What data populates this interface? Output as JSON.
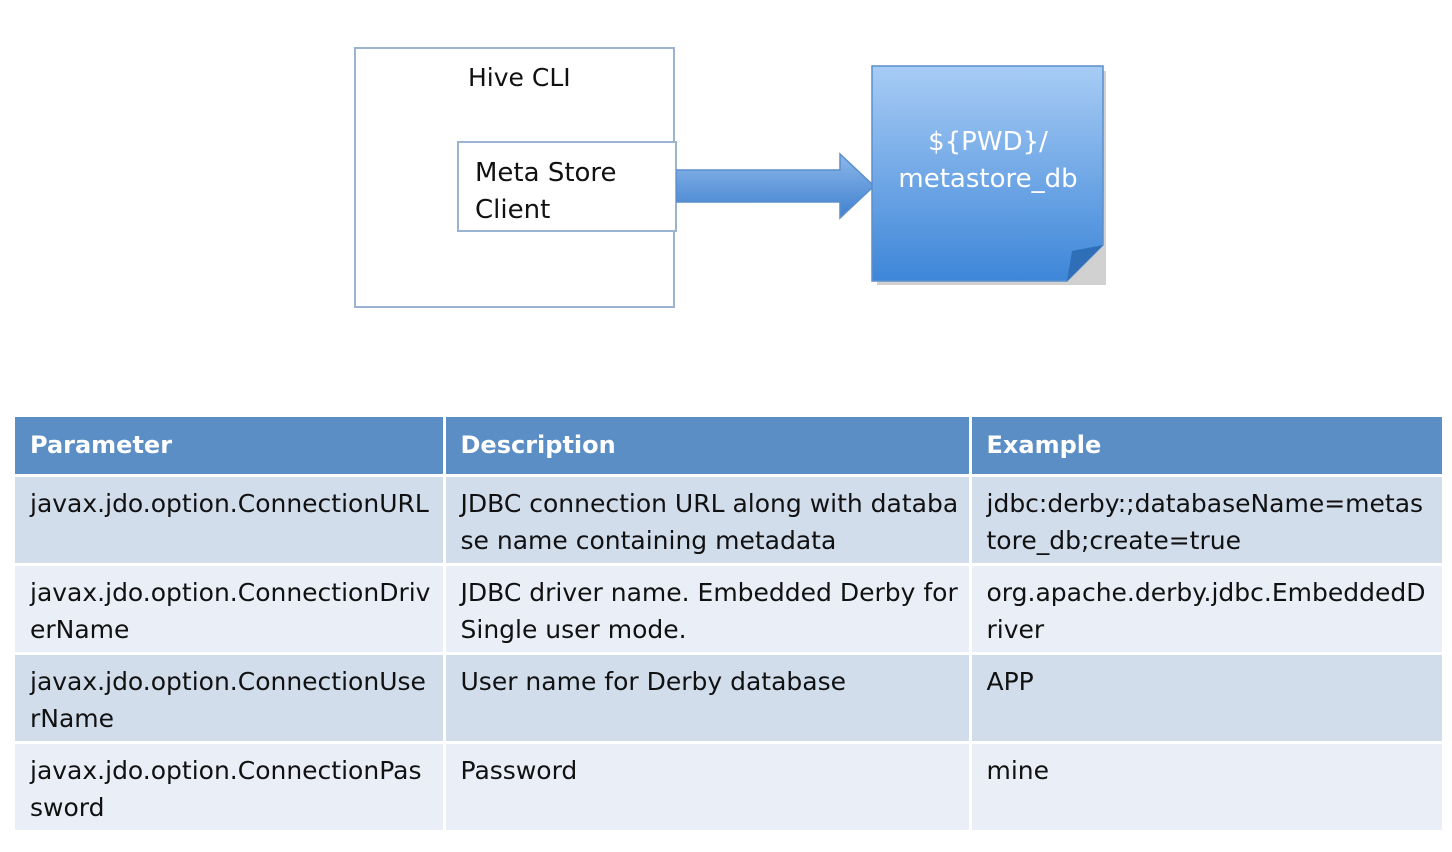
{
  "diagram": {
    "hive_cli": {
      "title": "Hive CLI"
    },
    "metastore_client": {
      "line1": "Meta Store",
      "line2": "Client"
    },
    "metastore_db": {
      "line1": "${PWD}/",
      "line2": "metastore_db"
    },
    "colors": {
      "box_border": "#9bb3d3",
      "arrow_fill": "#4f8fd6",
      "doc_fill_top": "#a3c8f4",
      "doc_fill_bottom": "#3d86d8"
    }
  },
  "table": {
    "headers": [
      "Parameter",
      "Description",
      "Example"
    ],
    "rows": [
      {
        "parameter": "javax.jdo.option.ConnectionURL",
        "description": "JDBC connection URL along with database name containing metadata",
        "example": "jdbc:derby:;databaseName=metastore_db;create=true"
      },
      {
        "parameter": "javax.jdo.option.ConnectionDriverName",
        "description": "JDBC driver name. Embedded Derby for Single user mode.",
        "example": "org.apache.derby.jdbc.EmbeddedDriver"
      },
      {
        "parameter": "javax.jdo.option.ConnectionUserName",
        "description": "User name for Derby database",
        "example": "APP"
      },
      {
        "parameter": "javax.jdo.option.ConnectionPassword",
        "description": "Password",
        "example": "mine"
      }
    ],
    "colors": {
      "header_bg": "#5b8ec5",
      "row_odd_bg": "#d2ddec",
      "row_even_bg": "#eaeff7"
    }
  }
}
